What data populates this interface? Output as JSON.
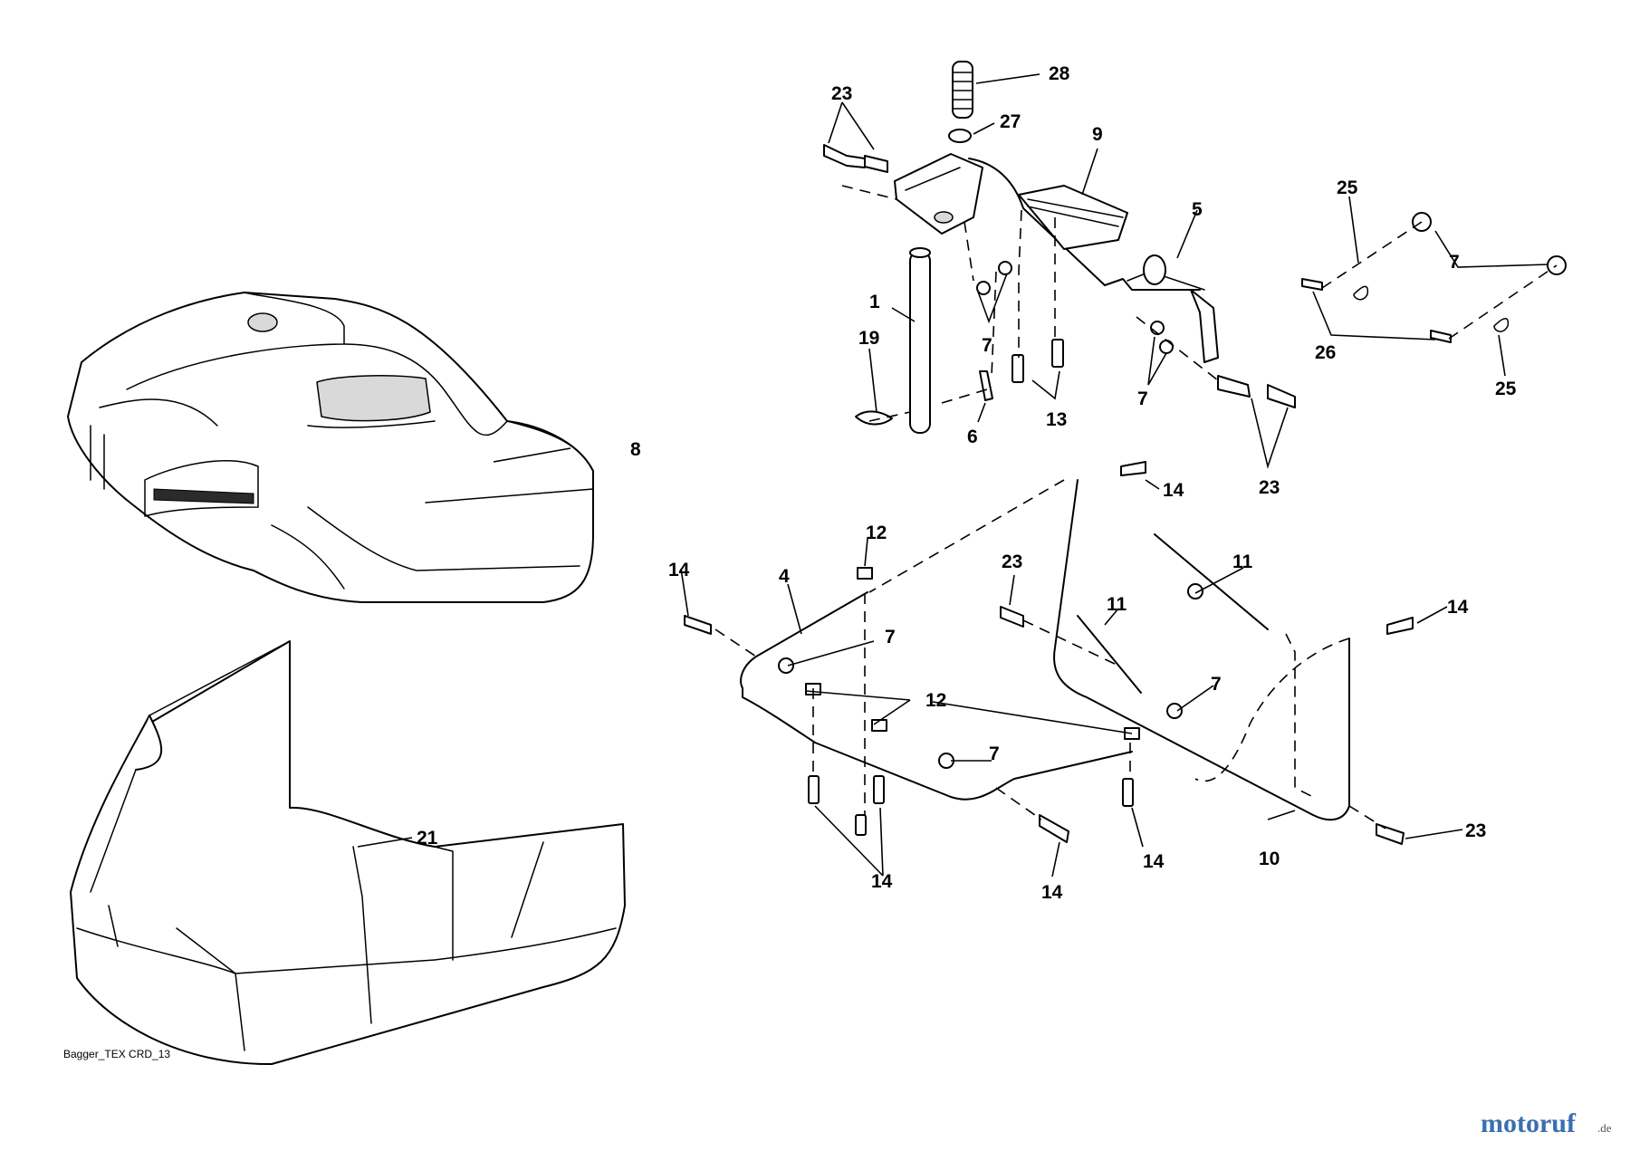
{
  "diagram": {
    "drawing_code": "Bagger_TEX CRD_13",
    "watermark": {
      "text": "motoruf",
      "suffix": ".de"
    },
    "callouts": {
      "c28": "28",
      "c27": "27",
      "c23a": "23",
      "c9": "9",
      "c5": "5",
      "c25a": "25",
      "c7a": "7",
      "c26": "26",
      "c25b": "25",
      "c1": "1",
      "c19": "19",
      "c7b": "7",
      "c13": "13",
      "c6": "6",
      "c7c": "7",
      "c23b": "23",
      "c8": "8",
      "c14a": "14",
      "c12a": "12",
      "c4": "4",
      "c7d": "7",
      "c23c": "23",
      "c11a": "11",
      "c11b": "11",
      "c14b": "14",
      "c14c": "14",
      "c12b": "12",
      "c7e": "7",
      "c7f": "7",
      "c14d": "14",
      "c14e": "14",
      "c14f": "14",
      "c10": "10",
      "c23d": "23",
      "c21": "21"
    }
  }
}
